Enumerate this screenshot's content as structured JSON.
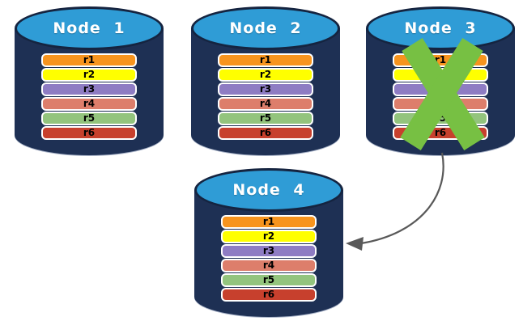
{
  "nodes": [
    {
      "title": "Node 1",
      "rows": [
        "r1",
        "r2",
        "r3",
        "r4",
        "r5",
        "r6"
      ],
      "status": "ok"
    },
    {
      "title": "Node 2",
      "rows": [
        "r1",
        "r2",
        "r3",
        "r4",
        "r5",
        "r6"
      ],
      "status": "ok"
    },
    {
      "title": "Node 3",
      "rows": [
        "r1",
        "r2",
        "r3",
        "r4",
        "r5",
        "r6"
      ],
      "status": "failed"
    },
    {
      "title": "Node 4",
      "rows": [
        "r1",
        "r2",
        "r3",
        "r4",
        "r5",
        "r6"
      ],
      "status": "ok"
    }
  ],
  "row_colors": {
    "r1": "#F7941E",
    "r2": "#FFFF00",
    "r3": "#8E7CC3",
    "r4": "#DD7E6B",
    "r5": "#93C47D",
    "r6": "#C7402D"
  },
  "colors": {
    "cylinder_body": "#1E3054",
    "cylinder_top": "#2F9CD6",
    "cylinder_outline": "#152440",
    "failure_x": "#77C043",
    "arrow": "#595959",
    "row_text": "#000000",
    "title_text": "#FFFFFF"
  },
  "overlay": {
    "failure_x_on": "Node 3",
    "arrow_from": "Node 3",
    "arrow_to": "Node 4"
  }
}
